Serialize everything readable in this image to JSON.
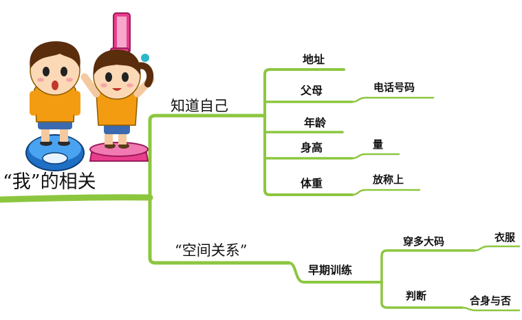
{
  "root": {
    "label": "“我”的相关"
  },
  "branches": [
    {
      "label": "知道自己",
      "children": [
        {
          "label": "地址"
        },
        {
          "label": "父母",
          "detail": "电话号码"
        },
        {
          "label": "年龄"
        },
        {
          "label": "身高",
          "detail": "量"
        },
        {
          "label": "体重",
          "detail": "放称上"
        }
      ]
    },
    {
      "label": "“空间关系”",
      "child": {
        "label": "早期训练",
        "children": [
          {
            "label": "穿多大码",
            "detail": "衣服"
          },
          {
            "label": "判断",
            "detail": "合身与否"
          }
        ]
      }
    }
  ],
  "colors": {
    "line": "#8cc63f",
    "line_dark": "#6fae22",
    "text": "#111111"
  },
  "illustration": {
    "icons": [
      "boy-on-scale-icon",
      "girl-height-measure-icon"
    ]
  }
}
